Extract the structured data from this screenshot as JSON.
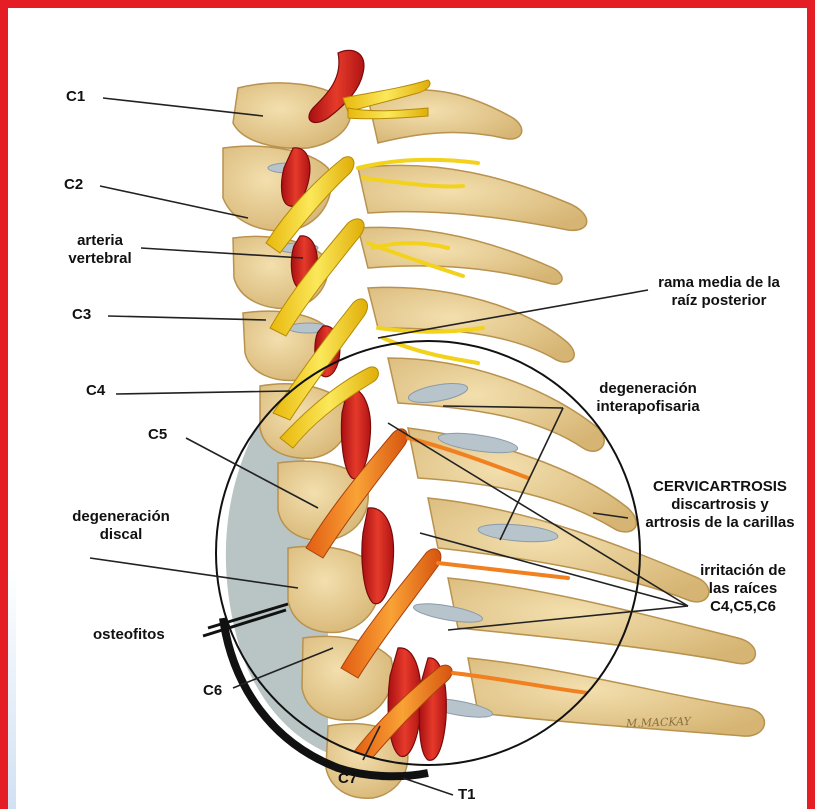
{
  "labels": {
    "c1": "C1",
    "c2": "C2",
    "arteria_vertebral_line1": "arteria",
    "arteria_vertebral_line2": "vertebral",
    "c3": "C3",
    "c4": "C4",
    "c5": "C5",
    "degeneracion_discal_line1": "degeneración",
    "degeneracion_discal_line2": "discal",
    "osteofitos": "osteofitos",
    "c6": "C6",
    "c7": "C7",
    "t1": "T1",
    "rama_media_line1": "rama media de la",
    "rama_media_line2": "raíz posterior",
    "degeneracion_interapofisaria_line1": "degeneración",
    "degeneracion_interapofisaria_line2": "interapofisaria",
    "cervicartrosis_line1": "CERVICARTROSIS",
    "cervicartrosis_line2": "discartrosis  y",
    "cervicartrosis_line3": "artrosis de la carillas",
    "irritacion_line1": "irritación de",
    "irritacion_line2": "las raíces",
    "irritacion_line3": "C4,C5,C6",
    "signature": "M.MACKAY"
  },
  "colors": {
    "frame_border": "#e41e24",
    "bone": "#e9cf96",
    "bone_shadow": "#c9a865",
    "artery": "#d21e1e",
    "nerve": "#f2d21c",
    "inflamed_nerve": "#f08020",
    "magnifier_fill": "#b9c4c4",
    "leader_line": "#222222"
  }
}
